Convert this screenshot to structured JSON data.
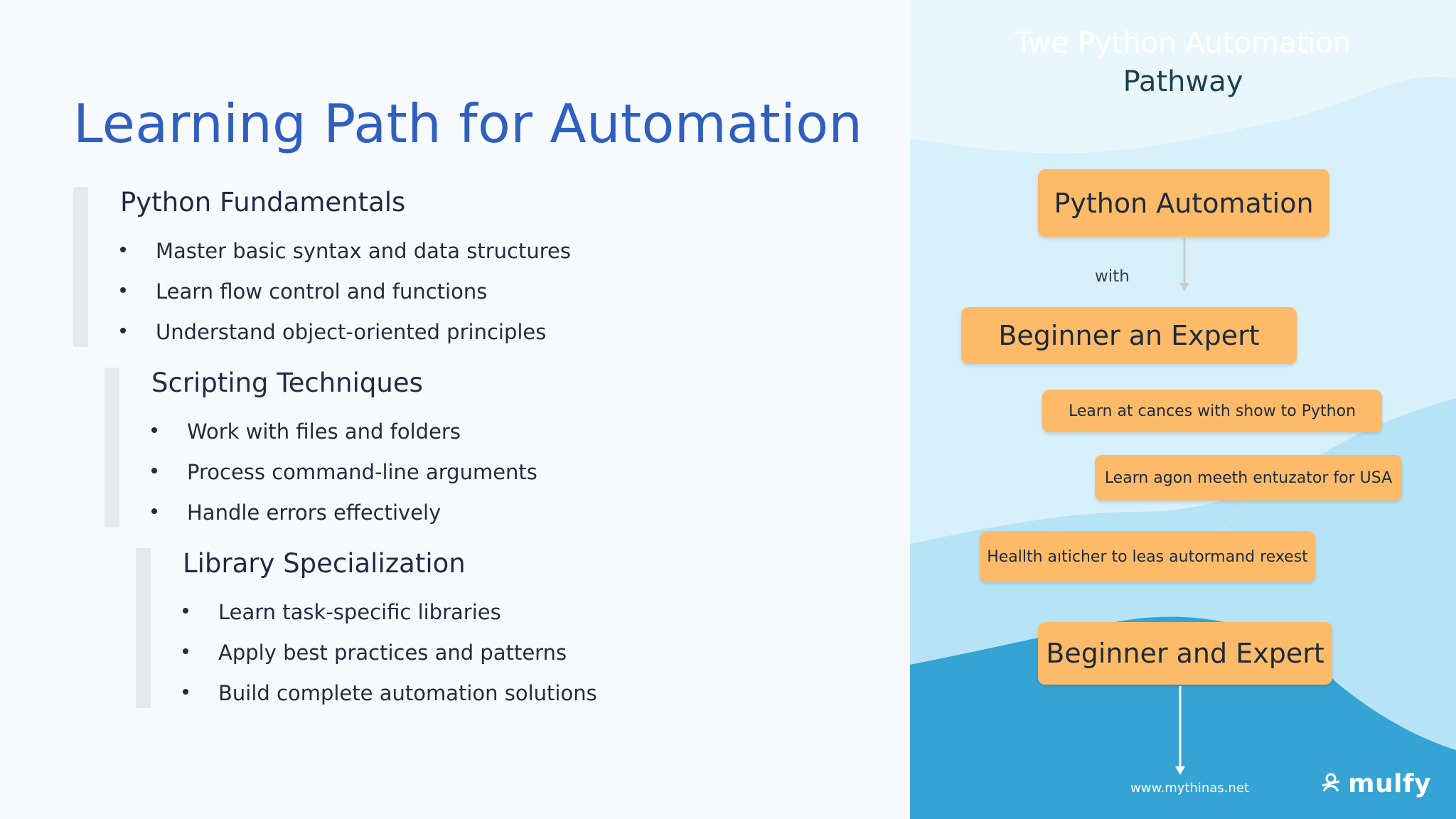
{
  "slide": {
    "title": "Learning Path for Automation",
    "sections": [
      {
        "heading": "Python Fundamentals",
        "bullets": [
          "Master basic syntax and data structures",
          "Learn flow control and functions",
          "Understand object-oriented principles"
        ]
      },
      {
        "heading": "Scripting Techniques",
        "bullets": [
          "Work with files and folders",
          "Process command-line arguments",
          "Handle errors effectively"
        ]
      },
      {
        "heading": "Library Specialization",
        "bullets": [
          "Learn task-specific libraries",
          "Apply best practices and patterns",
          "Build complete automation solutions"
        ]
      }
    ]
  },
  "panel": {
    "title_line1": "Twe Python Automation",
    "title_line2": "Pathway",
    "box_top": "Python Automation",
    "connector_label": "with",
    "box_mid": "Beginner an Expert",
    "step1": "Learn at cances with show to Python",
    "step2": "Learn agon meeth entuzator for USA",
    "step3": "Heallth aıticher to leas autormand rexest",
    "box_bottom": "Beginner and Expert",
    "footer_url": "www.mythinas.net",
    "logo_text": "mulfy",
    "colors": {
      "title_blue": "#2f5fbf",
      "box_orange": "#fdbb6a",
      "wave_light": "#b6e4f6",
      "wave_dark": "#35a4d4"
    }
  }
}
